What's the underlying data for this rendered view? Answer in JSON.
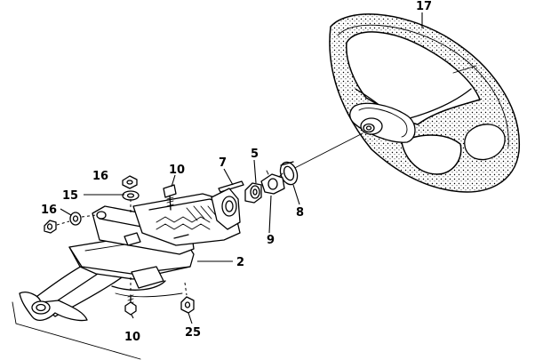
{
  "callouts": [
    {
      "id": "callout-17",
      "number": "17"
    },
    {
      "id": "callout-16-top",
      "number": "16"
    },
    {
      "id": "callout-10-top",
      "number": "10"
    },
    {
      "id": "callout-7",
      "number": "7"
    },
    {
      "id": "callout-5",
      "number": "5"
    },
    {
      "id": "callout-15",
      "number": "15"
    },
    {
      "id": "callout-16-left",
      "number": "16"
    },
    {
      "id": "callout-8",
      "number": "8"
    },
    {
      "id": "callout-9",
      "number": "9"
    },
    {
      "id": "callout-2",
      "number": "2"
    },
    {
      "id": "callout-10-bottom",
      "number": "10"
    },
    {
      "id": "callout-25",
      "number": "25"
    }
  ]
}
